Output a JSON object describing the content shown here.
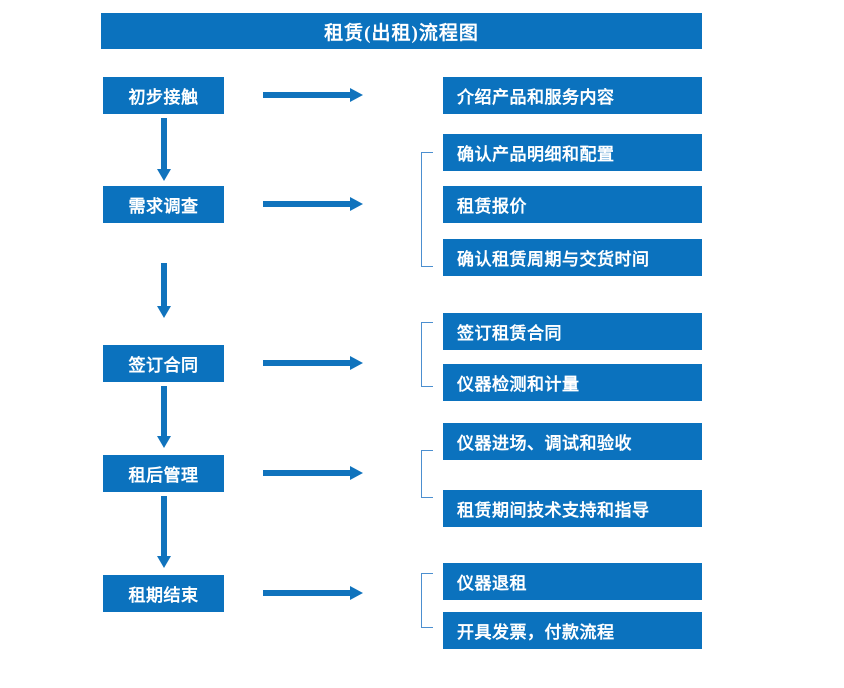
{
  "title": "租赁(出租)流程图",
  "colors": {
    "box_fill": "#0B72BE",
    "arrow": "#1073BD",
    "bracket": "#4C8FD0",
    "text": "#FFFFFF",
    "background": "#FFFFFF"
  },
  "stages": [
    {
      "label": "初步接触"
    },
    {
      "label": "需求调查"
    },
    {
      "label": "签订合同"
    },
    {
      "label": "租后管理"
    },
    {
      "label": "租期结束"
    }
  ],
  "details": [
    {
      "label": "介绍产品和服务内容"
    },
    {
      "label": "确认产品明细和配置"
    },
    {
      "label": "租赁报价"
    },
    {
      "label": "确认租赁周期与交货时间"
    },
    {
      "label": "签订租赁合同"
    },
    {
      "label": "仪器检测和计量"
    },
    {
      "label": "仪器进场、调试和验收"
    },
    {
      "label": "租赁期间技术支持和指导"
    },
    {
      "label": "仪器退租"
    },
    {
      "label": "开具发票，付款流程"
    }
  ],
  "chart_data": {
    "type": "diagram",
    "title": "租赁(出租)流程图",
    "diagram_kind": "flowchart",
    "orientation": "top-to-bottom with right-side detail branches",
    "nodes": [
      {
        "stage": "初步接触",
        "details": [
          "介绍产品和服务内容"
        ],
        "grouped": false
      },
      {
        "stage": "需求调查",
        "details": [
          "确认产品明细和配置",
          "租赁报价",
          "确认租赁周期与交货时间"
        ],
        "grouped": true
      },
      {
        "stage": "签订合同",
        "details": [
          "签订租赁合同",
          "仪器检测和计量"
        ],
        "grouped": true
      },
      {
        "stage": "租后管理",
        "details": [
          "仪器进场、调试和验收",
          "租赁期间技术支持和指导"
        ],
        "grouped": true
      },
      {
        "stage": "租期结束",
        "details": [
          "仪器退租",
          "开具发票，付款流程"
        ],
        "grouped": true
      }
    ],
    "edges": [
      {
        "from": "初步接触",
        "to": "需求调查",
        "type": "vertical-arrow"
      },
      {
        "from": "需求调查",
        "to": "签订合同",
        "type": "vertical-arrow"
      },
      {
        "from": "签订合同",
        "to": "租后管理",
        "type": "vertical-arrow"
      },
      {
        "from": "租后管理",
        "to": "租期结束",
        "type": "vertical-arrow"
      }
    ]
  }
}
